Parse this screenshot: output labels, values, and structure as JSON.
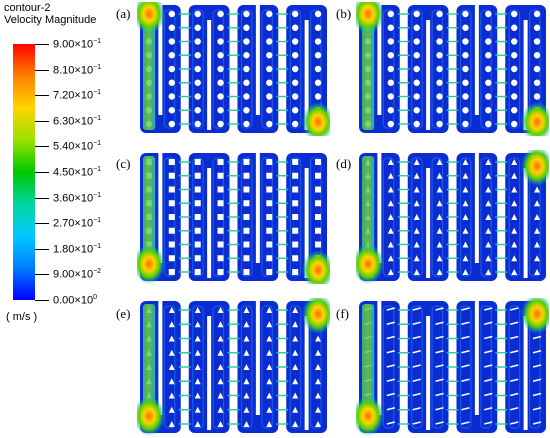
{
  "legend": {
    "title_line1": "contour-2",
    "title_line2": "Velocity Magnitude",
    "units": "( m/s )",
    "ticks": [
      {
        "mant": "9.00",
        "exp": "−1"
      },
      {
        "mant": "8.10",
        "exp": "−1"
      },
      {
        "mant": "7.20",
        "exp": "−1"
      },
      {
        "mant": "6.30",
        "exp": "−1"
      },
      {
        "mant": "5.40",
        "exp": "−1"
      },
      {
        "mant": "4.50",
        "exp": "−1"
      },
      {
        "mant": "3.60",
        "exp": "−1"
      },
      {
        "mant": "2.70",
        "exp": "−1"
      },
      {
        "mant": "1.80",
        "exp": "−1"
      },
      {
        "mant": "9.00",
        "exp": "−2"
      },
      {
        "mant": "0.00",
        "exp": "0"
      }
    ],
    "colors": [
      "#ff0000",
      "#ff8000",
      "#ffd400",
      "#9be000",
      "#00c800",
      "#00d6a0",
      "#00c8ff",
      "#007dff",
      "#0000ff"
    ]
  },
  "panels": [
    {
      "label": "(a)",
      "obstacle": "circle",
      "inlet_hot": "top-left",
      "outlet_hot": "bottom-right"
    },
    {
      "label": "(b)",
      "obstacle": "circle",
      "inlet_hot": "top-left",
      "outlet_hot": "bottom-right"
    },
    {
      "label": "(c)",
      "obstacle": "square",
      "inlet_hot": "left",
      "outlet_hot": "bottom-right"
    },
    {
      "label": "(d)",
      "obstacle": "triangle",
      "inlet_hot": "left",
      "outlet_hot": "top-right"
    },
    {
      "label": "(e)",
      "obstacle": "triangle",
      "inlet_hot": "left",
      "outlet_hot": "top-right"
    },
    {
      "label": "(f)",
      "obstacle": "fin",
      "inlet_hot": "left",
      "outlet_hot": "top-right"
    }
  ]
}
